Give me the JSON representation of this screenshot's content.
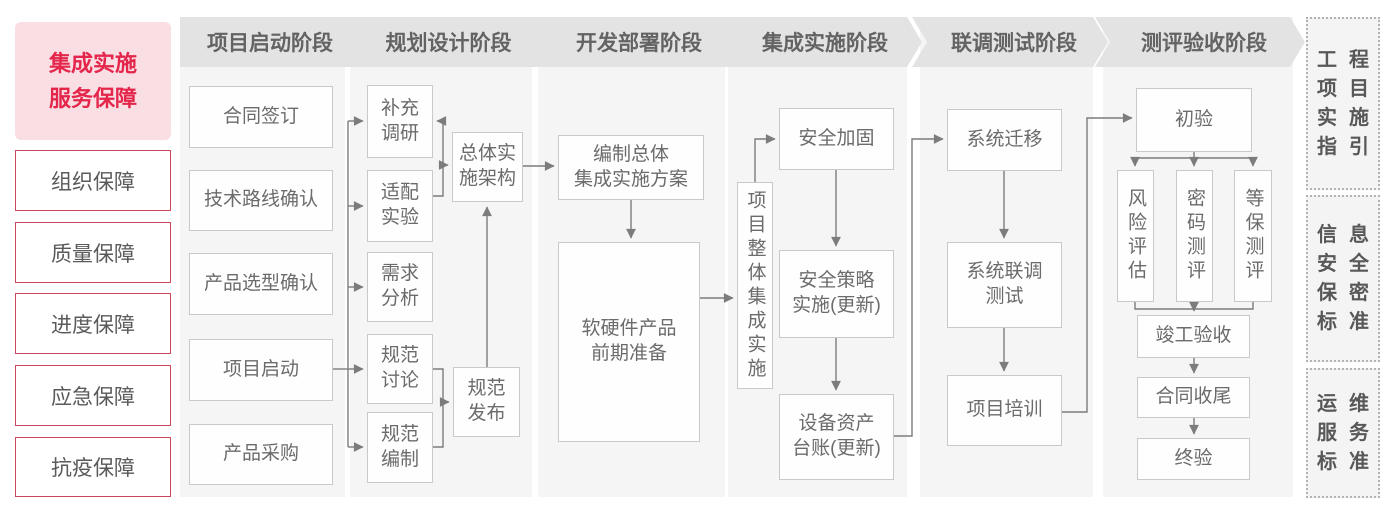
{
  "colors": {
    "accent_red": "#e4264b",
    "highlight_pink_bg": "#f9dee4",
    "red_border": "#c8465e",
    "panel_bg": "#f5f5f6",
    "banner_bg": "#e3e3e4",
    "node_border": "#c9c9c9",
    "node_text": "#6b6b6b",
    "connector": "#7c7c7c"
  },
  "left_panel": {
    "title": "集成实施\n服务保障",
    "items": [
      "组织保障",
      "质量保障",
      "进度保障",
      "应急保障",
      "抗疫保障"
    ]
  },
  "phases": [
    "项目启动阶段",
    "规划设计阶段",
    "开发部署阶段",
    "集成实施阶段",
    "联调测试阶段",
    "测评验收阶段"
  ],
  "flow": {
    "contract_sign": "合同签订",
    "tech_route": "技术路线确认",
    "product_selection": "产品选型确认",
    "project_kickoff": "项目启动",
    "procurement": "产品采购",
    "supplement_research": "补充\n调研",
    "adaptation_test": "适配\n实验",
    "requirement_analysis": "需求\n分析",
    "spec_discussion": "规范\n讨论",
    "spec_drafting": "规范\n编制",
    "overall_architecture": "总体实\n施架构",
    "spec_release": "规范\n发布",
    "overall_plan": "编制总体\n集成实施方案",
    "product_preparation": "软硬件产品\n前期准备",
    "overall_integration": "项目整体集成实施",
    "security_hardening": "安全加固",
    "security_policy": "安全策略\n实施(更新)",
    "asset_ledger": "设备资产\n台账(更新)",
    "system_migration": "系统迁移",
    "joint_testing": "系统联调\n测试",
    "project_training": "项目培训",
    "initial_acceptance": "初验",
    "risk_assessment": "风险评估",
    "crypto_evaluation": "密码测评",
    "mlps_evaluation": "等保测评",
    "completion_acceptance": "竣工验收",
    "contract_closure": "合同收尾",
    "final_acceptance": "终验"
  },
  "right_panel": {
    "boxes": [
      {
        "lines": [
          "工程",
          "项目",
          "实施",
          "指引"
        ]
      },
      {
        "lines": [
          "信息",
          "安全",
          "保密",
          "标准"
        ]
      },
      {
        "lines": [
          "运维",
          "服务",
          "标准"
        ]
      }
    ]
  }
}
